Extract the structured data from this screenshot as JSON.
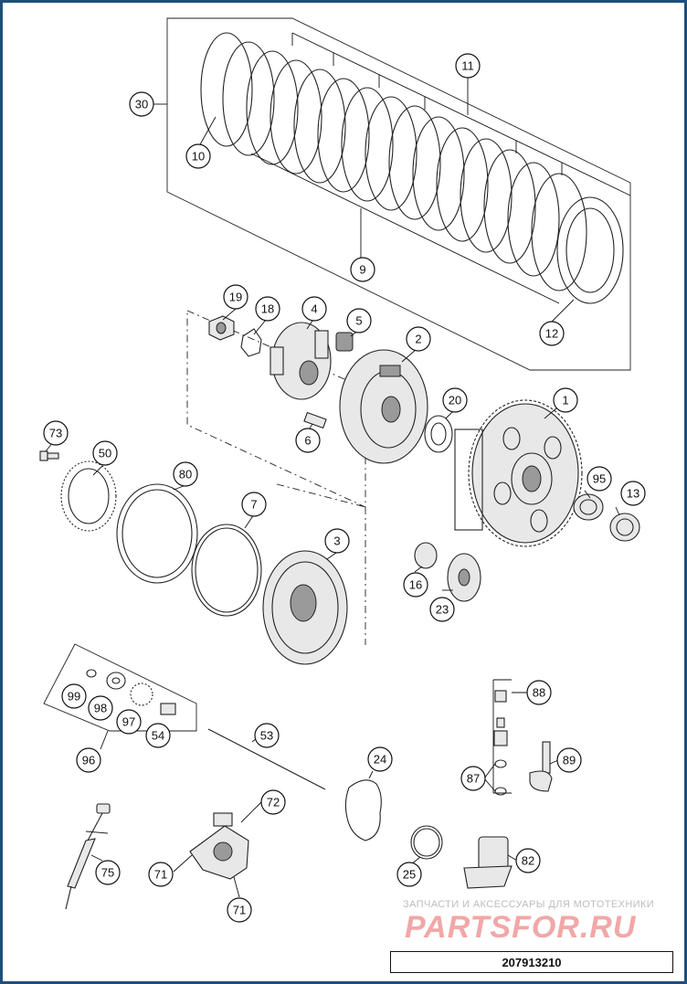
{
  "callouts": [
    {
      "id": "c30",
      "label": "30"
    },
    {
      "id": "c10",
      "label": "10"
    },
    {
      "id": "c11",
      "label": "11"
    },
    {
      "id": "c9",
      "label": "9"
    },
    {
      "id": "c12",
      "label": "12"
    },
    {
      "id": "c19",
      "label": "19"
    },
    {
      "id": "c18",
      "label": "18"
    },
    {
      "id": "c4",
      "label": "4"
    },
    {
      "id": "c5",
      "label": "5"
    },
    {
      "id": "c2",
      "label": "2"
    },
    {
      "id": "c20",
      "label": "20"
    },
    {
      "id": "c1",
      "label": "1"
    },
    {
      "id": "c6",
      "label": "6"
    },
    {
      "id": "c73",
      "label": "73"
    },
    {
      "id": "c50",
      "label": "50"
    },
    {
      "id": "c80",
      "label": "80"
    },
    {
      "id": "c7",
      "label": "7"
    },
    {
      "id": "c3",
      "label": "3"
    },
    {
      "id": "c95",
      "label": "95"
    },
    {
      "id": "c13",
      "label": "13"
    },
    {
      "id": "c16",
      "label": "16"
    },
    {
      "id": "c23",
      "label": "23"
    },
    {
      "id": "c99",
      "label": "99"
    },
    {
      "id": "c98",
      "label": "98"
    },
    {
      "id": "c97",
      "label": "97"
    },
    {
      "id": "c54",
      "label": "54"
    },
    {
      "id": "c96",
      "label": "96"
    },
    {
      "id": "c53",
      "label": "53"
    },
    {
      "id": "c24",
      "label": "24"
    },
    {
      "id": "c88",
      "label": "88"
    },
    {
      "id": "c89",
      "label": "89"
    },
    {
      "id": "c87",
      "label": "87"
    },
    {
      "id": "c72",
      "label": "72"
    },
    {
      "id": "c71a",
      "label": "71"
    },
    {
      "id": "c71b",
      "label": "71"
    },
    {
      "id": "c75",
      "label": "75"
    },
    {
      "id": "c25",
      "label": "25"
    },
    {
      "id": "c82",
      "label": "82"
    }
  ],
  "watermark": {
    "tagline": "ЗАПЧАСТИ И АКСЕССУАРЫ ДЛЯ МОТОТЕХНИКИ",
    "logo": "PARTSFOR.RU"
  },
  "diagram_code": "207913210"
}
